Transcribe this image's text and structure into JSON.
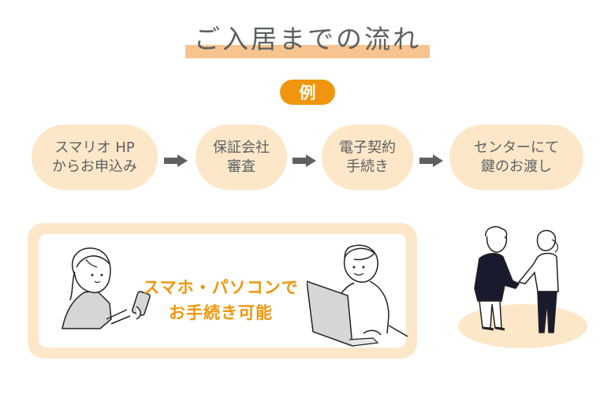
{
  "header": {
    "title": "ご入居までの流れ",
    "badge": "例"
  },
  "colors": {
    "accent_orange": "#f0960e",
    "step_bg": "#fde7c9",
    "title_band": "#f7c48f",
    "text_gray": "#5c6163",
    "arrow_gray": "#5c6163"
  },
  "steps": [
    {
      "line1": "スマリオ HP",
      "line2": "からお申込み"
    },
    {
      "line1": "保証会社",
      "line2": "審査"
    },
    {
      "line1": "電子契約",
      "line2": "手続き"
    },
    {
      "line1": "センターにて",
      "line2": "鍵のお渡し"
    }
  ],
  "arrows": [
    "arrow-right-icon",
    "arrow-right-icon",
    "arrow-right-icon"
  ],
  "online": {
    "line1": "スマホ・パソコンで",
    "line2": "お手続き可能"
  },
  "illustrations": {
    "left": "woman-with-smartphone",
    "right": "man-with-laptop",
    "handover": "people-shaking-hands"
  }
}
